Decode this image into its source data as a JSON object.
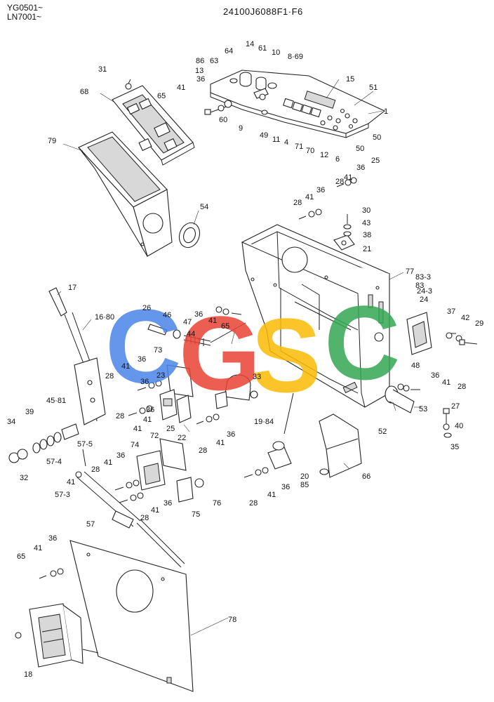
{
  "header": {
    "model_line_1": "YG0501~",
    "model_line_2": "LN7001~",
    "drawing_number": "24100J6088F1·F6"
  },
  "watermark": {
    "letters": [
      {
        "char": "C",
        "color": "#4a86e8"
      },
      {
        "char": "G",
        "color": "#ea4335"
      },
      {
        "char": "S",
        "color": "#fbbc05"
      },
      {
        "char": "C",
        "color": "#34a853"
      }
    ]
  },
  "callouts": [
    {
      "id": "c1",
      "text": "1"
    },
    {
      "id": "c4",
      "text": "4"
    },
    {
      "id": "c6",
      "text": "6"
    },
    {
      "id": "c8-69",
      "text": "8·69"
    },
    {
      "id": "c9",
      "text": "9"
    },
    {
      "id": "c10",
      "text": "10"
    },
    {
      "id": "c11",
      "text": "11"
    },
    {
      "id": "c12",
      "text": "12"
    },
    {
      "id": "c13",
      "text": "13"
    },
    {
      "id": "c14",
      "text": "14"
    },
    {
      "id": "c15",
      "text": "15"
    },
    {
      "id": "c16-80",
      "text": "16·80"
    },
    {
      "id": "c17",
      "text": "17"
    },
    {
      "id": "c18",
      "text": "18"
    },
    {
      "id": "c19-84",
      "text": "19·84"
    },
    {
      "id": "c20-85",
      "text": "20\n85"
    },
    {
      "id": "c21",
      "text": "21"
    },
    {
      "id": "c22",
      "text": "22"
    },
    {
      "id": "c23",
      "text": "23"
    },
    {
      "id": "c24",
      "text": "24"
    },
    {
      "id": "c24-3",
      "text": "24-3"
    },
    {
      "id": "c25a",
      "text": "25"
    },
    {
      "id": "c25b",
      "text": "25"
    },
    {
      "id": "c26",
      "text": "26"
    },
    {
      "id": "c27",
      "text": "27"
    },
    {
      "id": "c28a",
      "text": "28"
    },
    {
      "id": "c28b",
      "text": "28"
    },
    {
      "id": "c28c",
      "text": "28"
    },
    {
      "id": "c28d",
      "text": "28"
    },
    {
      "id": "c28e",
      "text": "28"
    },
    {
      "id": "c28f",
      "text": "28"
    },
    {
      "id": "c28g",
      "text": "28"
    },
    {
      "id": "c28h",
      "text": "28"
    },
    {
      "id": "c28i",
      "text": "28"
    },
    {
      "id": "c29",
      "text": "29"
    },
    {
      "id": "c30",
      "text": "30"
    },
    {
      "id": "c31",
      "text": "31"
    },
    {
      "id": "c32",
      "text": "32"
    },
    {
      "id": "c33",
      "text": "33"
    },
    {
      "id": "c34",
      "text": "34"
    },
    {
      "id": "c35",
      "text": "35"
    },
    {
      "id": "c36a",
      "text": "36"
    },
    {
      "id": "c36b",
      "text": "36"
    },
    {
      "id": "c36c",
      "text": "36"
    },
    {
      "id": "c36d",
      "text": "36"
    },
    {
      "id": "c36e",
      "text": "36"
    },
    {
      "id": "c36f",
      "text": "36"
    },
    {
      "id": "c36g",
      "text": "36"
    },
    {
      "id": "c36h",
      "text": "36"
    },
    {
      "id": "c36i",
      "text": "36"
    },
    {
      "id": "c36j",
      "text": "36"
    },
    {
      "id": "c36k",
      "text": "36"
    },
    {
      "id": "c36l",
      "text": "36"
    },
    {
      "id": "c36m",
      "text": "36"
    },
    {
      "id": "c37",
      "text": "37"
    },
    {
      "id": "c38",
      "text": "38"
    },
    {
      "id": "c39",
      "text": "39"
    },
    {
      "id": "c40",
      "text": "40"
    },
    {
      "id": "c41a",
      "text": "41"
    },
    {
      "id": "c41b",
      "text": "41"
    },
    {
      "id": "c41c",
      "text": "41"
    },
    {
      "id": "c41d",
      "text": "41"
    },
    {
      "id": "c41e",
      "text": "41"
    },
    {
      "id": "c41f",
      "text": "41"
    },
    {
      "id": "c41g",
      "text": "41"
    },
    {
      "id": "c41h",
      "text": "41"
    },
    {
      "id": "c41i",
      "text": "41"
    },
    {
      "id": "c41j",
      "text": "41"
    },
    {
      "id": "c41k",
      "text": "41"
    },
    {
      "id": "c41l",
      "text": "41"
    },
    {
      "id": "c41m",
      "text": "41"
    },
    {
      "id": "c41n",
      "text": "41"
    },
    {
      "id": "c42",
      "text": "42"
    },
    {
      "id": "c43",
      "text": "43"
    },
    {
      "id": "c44",
      "text": "44"
    },
    {
      "id": "c45-81",
      "text": "45·81"
    },
    {
      "id": "c46",
      "text": "46"
    },
    {
      "id": "c47",
      "text": "47"
    },
    {
      "id": "c48",
      "text": "48"
    },
    {
      "id": "c49",
      "text": "49"
    },
    {
      "id": "c50a",
      "text": "50"
    },
    {
      "id": "c50b",
      "text": "50"
    },
    {
      "id": "c51",
      "text": "51"
    },
    {
      "id": "c52",
      "text": "52"
    },
    {
      "id": "c53",
      "text": "53"
    },
    {
      "id": "c54",
      "text": "54"
    },
    {
      "id": "c57",
      "text": "57"
    },
    {
      "id": "c57-3",
      "text": "57-3"
    },
    {
      "id": "c57-4",
      "text": "57-4"
    },
    {
      "id": "c57-5",
      "text": "57-5"
    },
    {
      "id": "c60",
      "text": "60"
    },
    {
      "id": "c61",
      "text": "61"
    },
    {
      "id": "c63",
      "text": "63"
    },
    {
      "id": "c64",
      "text": "64"
    },
    {
      "id": "c65a",
      "text": "65"
    },
    {
      "id": "c65b",
      "text": "65"
    },
    {
      "id": "c65c",
      "text": "65"
    },
    {
      "id": "c66",
      "text": "66"
    },
    {
      "id": "c68",
      "text": "68"
    },
    {
      "id": "c70",
      "text": "70"
    },
    {
      "id": "c71",
      "text": "71"
    },
    {
      "id": "c72",
      "text": "72"
    },
    {
      "id": "c73",
      "text": "73"
    },
    {
      "id": "c74",
      "text": "74"
    },
    {
      "id": "c75",
      "text": "75"
    },
    {
      "id": "c76",
      "text": "76"
    },
    {
      "id": "c77",
      "text": "77"
    },
    {
      "id": "c78",
      "text": "78"
    },
    {
      "id": "c79",
      "text": "79"
    },
    {
      "id": "c83",
      "text": "83"
    },
    {
      "id": "c83-3",
      "text": "83-3"
    },
    {
      "id": "c86",
      "text": "86"
    }
  ]
}
